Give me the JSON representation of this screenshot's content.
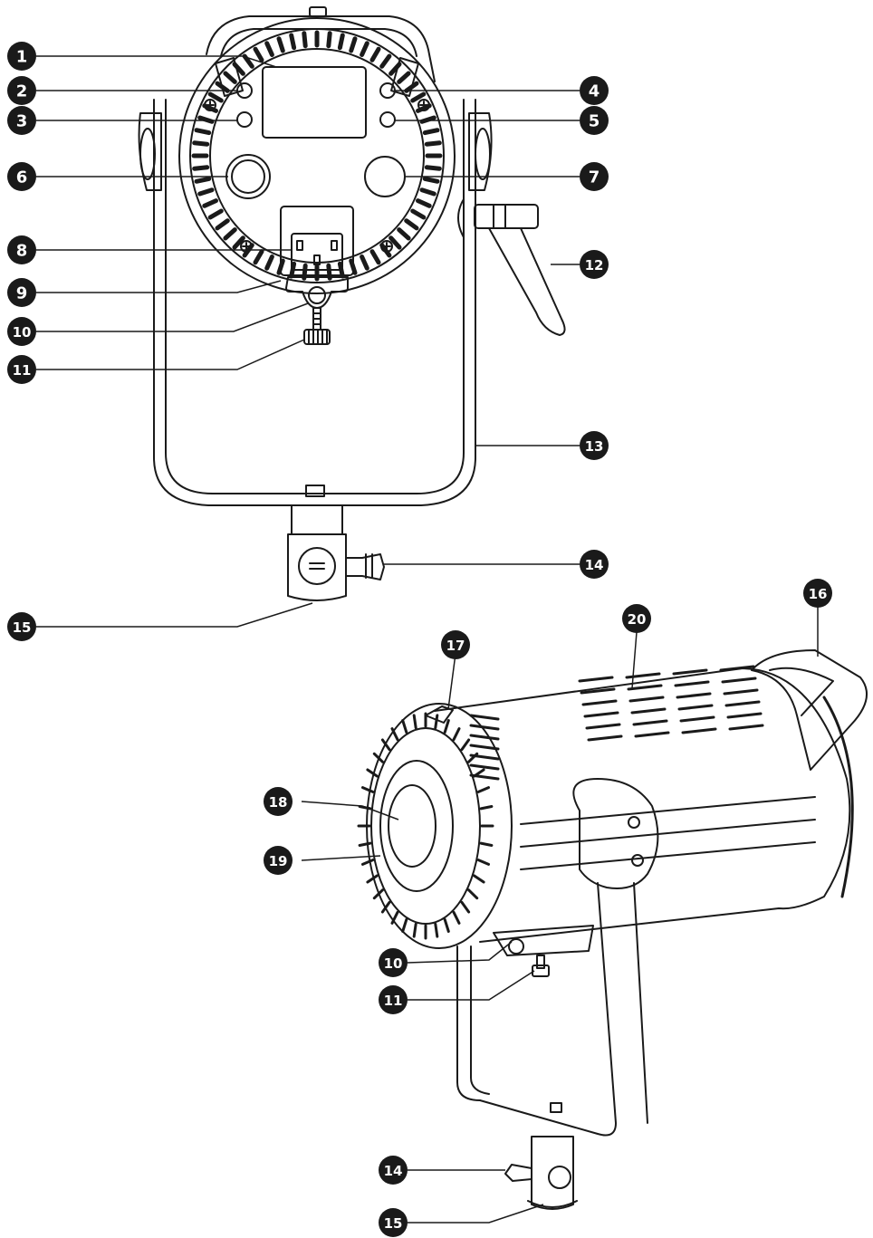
{
  "colors": {
    "ink": "#1a1a1a",
    "badge": "#1a1a1a",
    "badge_text": "#ffffff",
    "paper": "#ffffff"
  },
  "views": {
    "back": {
      "callouts": [
        "1",
        "2",
        "3",
        "4",
        "5",
        "6",
        "7",
        "8",
        "9",
        "10",
        "11",
        "12",
        "13",
        "14",
        "15"
      ]
    },
    "side": {
      "callouts": [
        "16",
        "17",
        "18",
        "19",
        "20",
        "10",
        "11",
        "14",
        "15"
      ]
    }
  }
}
